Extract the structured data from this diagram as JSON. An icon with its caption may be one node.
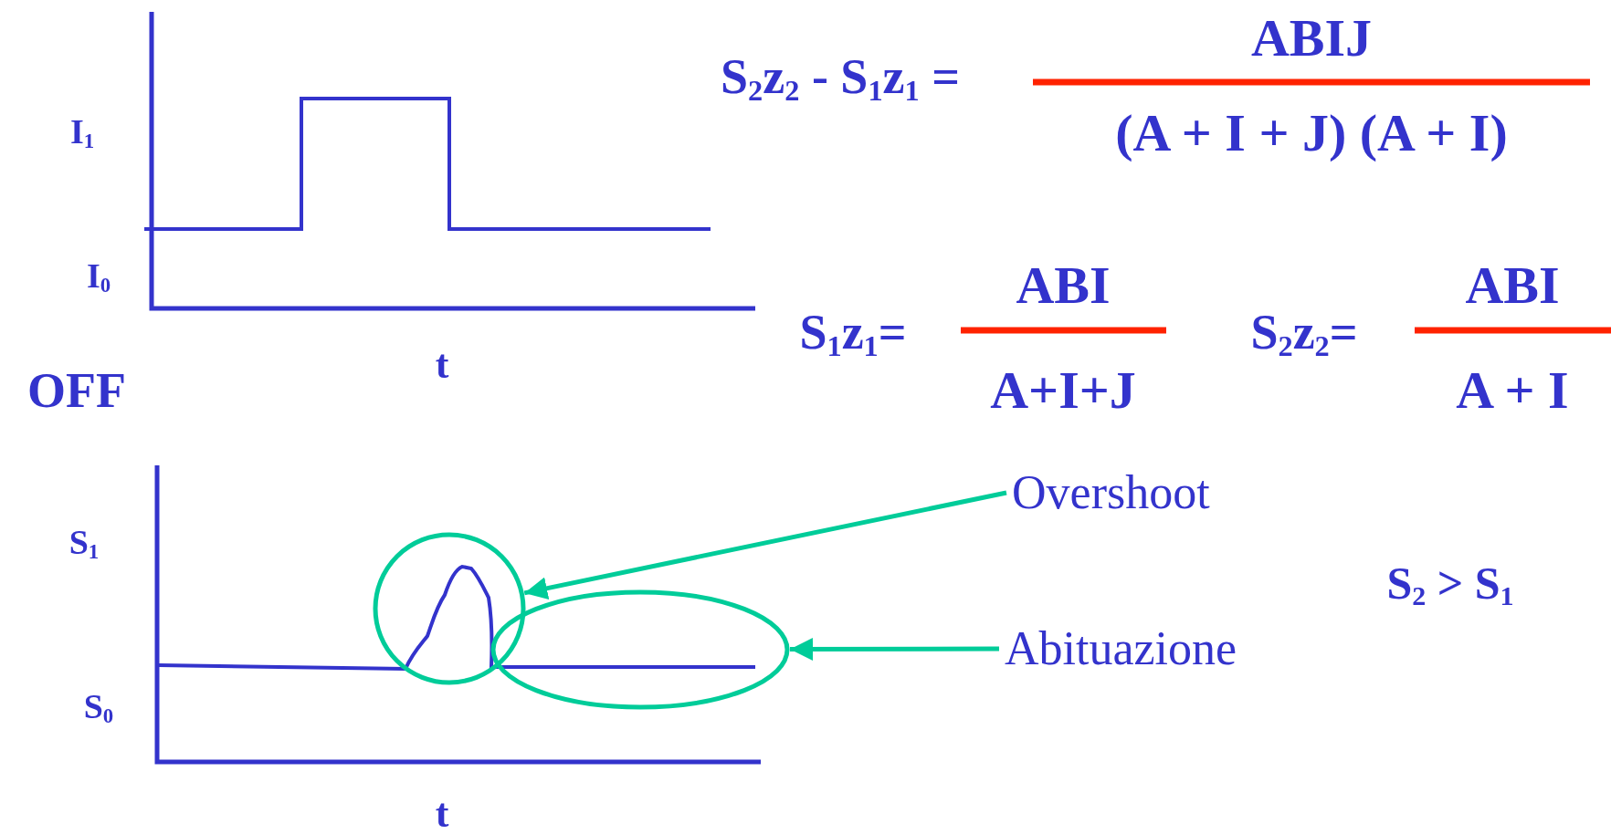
{
  "diagram": {
    "nodes": [
      {
        "text": [
          "Overshoot"
        ]
      },
      {
        "text": [],
        "shape": "circle"
      },
      {
        "text": [
          "Abituazione"
        ]
      },
      {
        "text": [],
        "shape": "ellipse"
      }
    ],
    "edges": [
      {
        "from": 0,
        "to": 1,
        "arrow": "to"
      },
      {
        "from": 2,
        "to": 3,
        "arrow": "to"
      }
    ],
    "labels": [
      "I$_{1}$",
      "S$_{2}$z$_{2}$ - S$_{1}$z$_{1}$ =",
      "ABIJ",
      "(A + I + J) (A + I)",
      "I$_{0}$",
      "S$_{1}$z$_{1}$=",
      "ABI",
      "S$_{2}$z$_{2}$=",
      "ABI",
      "t",
      "OFF",
      "A+I+J",
      "A + I",
      "S$_{1}$",
      "S$_{2}$ > S$_{1}$",
      "S$_{0}$",
      "t"
    ]
  }
}
